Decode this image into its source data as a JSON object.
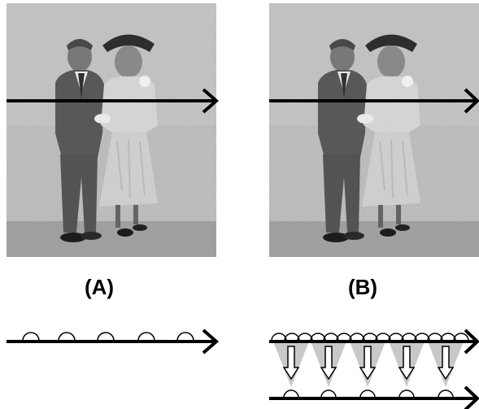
{
  "panels": [
    {
      "label": "(A)"
    },
    {
      "label": "(B)"
    }
  ],
  "colors": {
    "arrow": "#000000",
    "photo_bg": "#bdbdbd",
    "photo_floor": "#9a9a9a",
    "sampling_cone": "#c8c8c8",
    "downsample_arrow": "#ffffff"
  },
  "sampling": {
    "A_samples": 5,
    "B_dense_samples": 15,
    "B_output_samples": 5
  }
}
